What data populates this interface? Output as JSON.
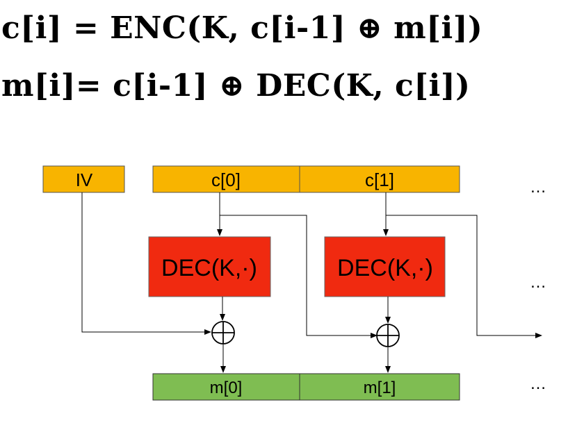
{
  "formulas": {
    "encrypt": "c[i] = ENC(K, c[i-1] ⊕ m[i])",
    "decrypt": "m[i]= c[i-1] ⊕ DEC(K, c[i])"
  },
  "diagram": {
    "iv_label": "IV",
    "ciphertext_labels": [
      "c[0]",
      "c[1]"
    ],
    "decrypt_labels": [
      "DEC(K,·)",
      "DEC(K,·)"
    ],
    "plaintext_labels": [
      "m[0]",
      "m[1]"
    ],
    "continuation": "…",
    "colors": {
      "ciphertext": "#f8b400",
      "decrypt": "#f02a10",
      "plaintext": "#7fbd52"
    },
    "icons": [
      "xor-icon",
      "xor-icon"
    ]
  }
}
